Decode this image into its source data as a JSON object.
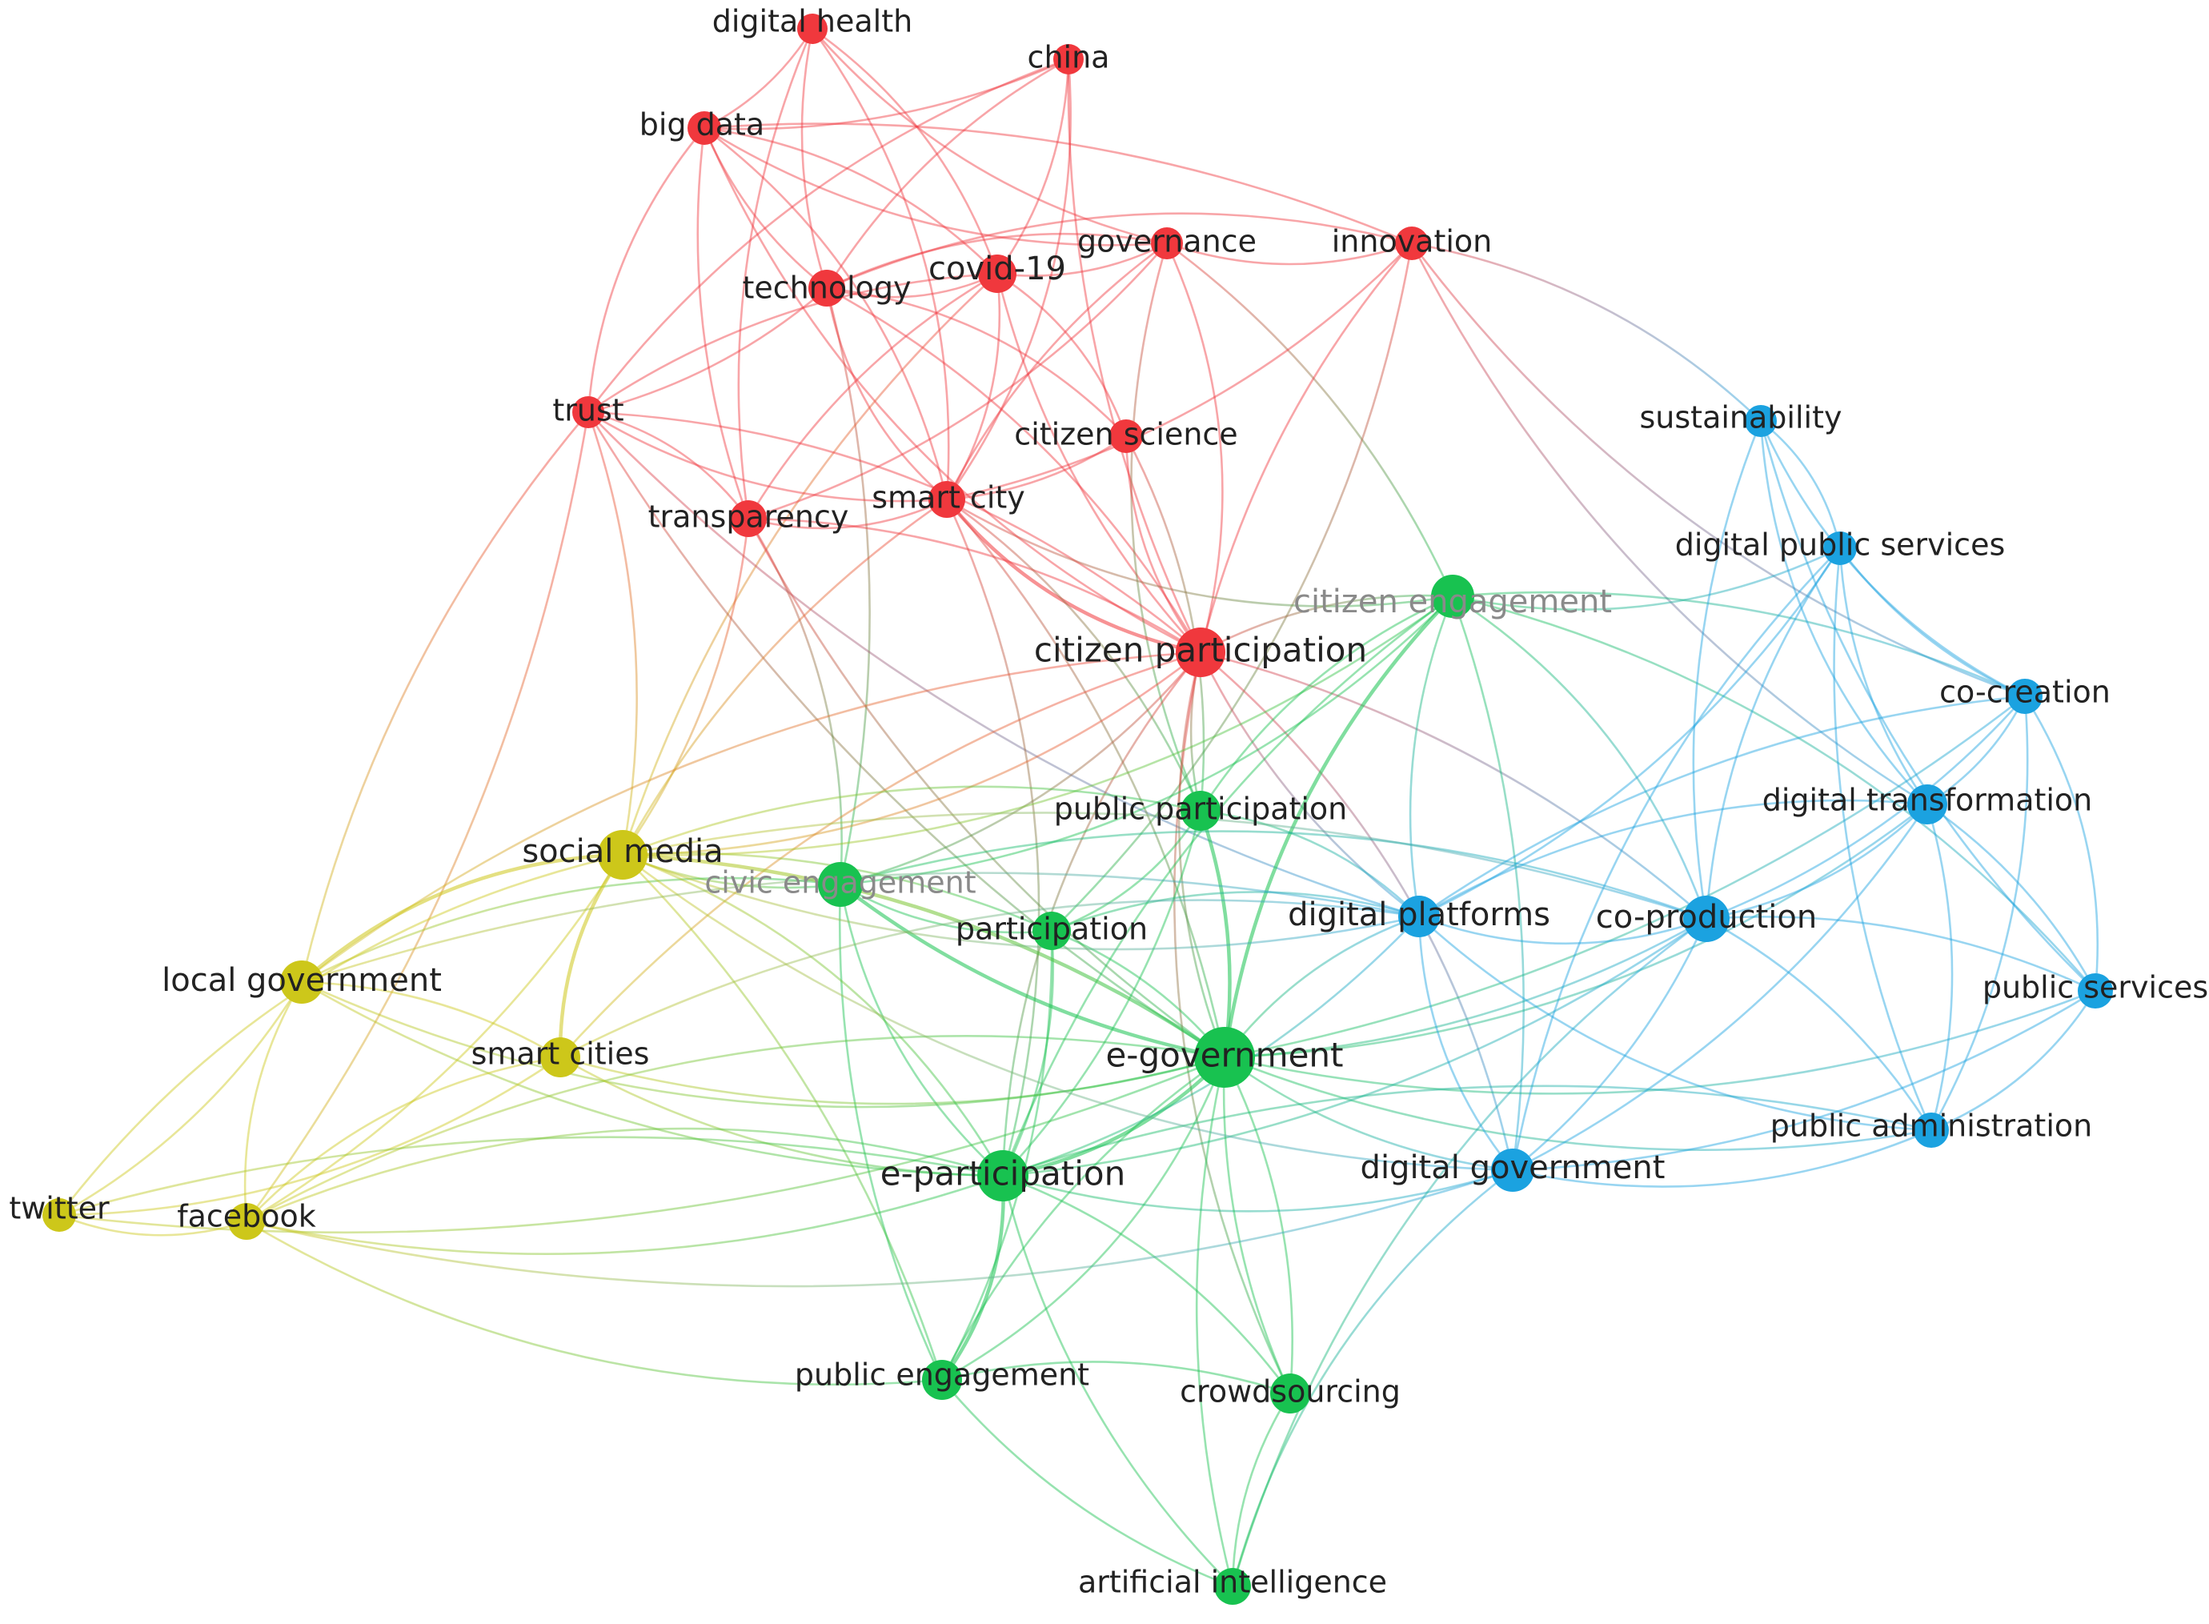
{
  "clusters": {
    "red": "#f0383d",
    "green": "#18c250",
    "blue": "#1ba2e0",
    "yellow": "#cdc71a"
  },
  "nodes": [
    {
      "id": "digital_health",
      "label": "digital health",
      "cluster": "red"
    },
    {
      "id": "china",
      "label": "china",
      "cluster": "red"
    },
    {
      "id": "big_data",
      "label": "big data",
      "cluster": "red"
    },
    {
      "id": "technology",
      "label": "technology",
      "cluster": "red"
    },
    {
      "id": "covid19",
      "label": "covid-19",
      "cluster": "red"
    },
    {
      "id": "governance",
      "label": "governance",
      "cluster": "red"
    },
    {
      "id": "innovation",
      "label": "innovation",
      "cluster": "red"
    },
    {
      "id": "trust",
      "label": "trust",
      "cluster": "red"
    },
    {
      "id": "citizen_science",
      "label": "citizen science",
      "cluster": "red"
    },
    {
      "id": "transparency",
      "label": "transparency",
      "cluster": "red"
    },
    {
      "id": "smart_city",
      "label": "smart city",
      "cluster": "red"
    },
    {
      "id": "citizen_participation",
      "label": "citizen participation",
      "cluster": "red"
    },
    {
      "id": "citizen_engagement",
      "label": "citizen engagement",
      "cluster": "green"
    },
    {
      "id": "public_participation",
      "label": "public participation",
      "cluster": "green"
    },
    {
      "id": "civic_engagement",
      "label": "civic engagement",
      "cluster": "green"
    },
    {
      "id": "participation",
      "label": "participation",
      "cluster": "green"
    },
    {
      "id": "e_government",
      "label": "e-government",
      "cluster": "green"
    },
    {
      "id": "e_participation",
      "label": "e-participation",
      "cluster": "green"
    },
    {
      "id": "public_engagement",
      "label": "public engagement",
      "cluster": "green"
    },
    {
      "id": "crowdsourcing",
      "label": "crowdsourcing",
      "cluster": "green"
    },
    {
      "id": "artificial_intelligence",
      "label": "artificial intelligence",
      "cluster": "green"
    },
    {
      "id": "sustainability",
      "label": "sustainability",
      "cluster": "blue"
    },
    {
      "id": "digital_public_services",
      "label": "digital public services",
      "cluster": "blue"
    },
    {
      "id": "co_creation",
      "label": "co-creation",
      "cluster": "blue"
    },
    {
      "id": "digital_transformation",
      "label": "digital transformation",
      "cluster": "blue"
    },
    {
      "id": "digital_platforms",
      "label": "digital platforms",
      "cluster": "blue"
    },
    {
      "id": "co_production",
      "label": "co-production",
      "cluster": "blue"
    },
    {
      "id": "public_services",
      "label": "public services",
      "cluster": "blue"
    },
    {
      "id": "public_administration",
      "label": "public administration",
      "cluster": "blue"
    },
    {
      "id": "digital_government",
      "label": "digital government",
      "cluster": "blue"
    },
    {
      "id": "social_media",
      "label": "social media",
      "cluster": "yellow"
    },
    {
      "id": "local_government",
      "label": "local government",
      "cluster": "yellow"
    },
    {
      "id": "smart_cities",
      "label": "smart cities",
      "cluster": "yellow"
    },
    {
      "id": "twitter",
      "label": "twitter",
      "cluster": "yellow"
    },
    {
      "id": "facebook",
      "label": "facebook",
      "cluster": "yellow"
    }
  ],
  "edges": [
    [
      "digital_health",
      "big_data"
    ],
    [
      "digital_health",
      "technology"
    ],
    [
      "digital_health",
      "covid19"
    ],
    [
      "digital_health",
      "smart_city"
    ],
    [
      "digital_health",
      "transparency"
    ],
    [
      "digital_health",
      "governance"
    ],
    [
      "china",
      "big_data"
    ],
    [
      "china",
      "covid19"
    ],
    [
      "china",
      "smart_city"
    ],
    [
      "china",
      "technology"
    ],
    [
      "china",
      "citizen_participation"
    ],
    [
      "china",
      "trust"
    ],
    [
      "big_data",
      "technology"
    ],
    [
      "big_data",
      "covid19"
    ],
    [
      "big_data",
      "trust"
    ],
    [
      "big_data",
      "smart_city"
    ],
    [
      "big_data",
      "transparency"
    ],
    [
      "big_data",
      "innovation"
    ],
    [
      "big_data",
      "citizen_participation"
    ],
    [
      "big_data",
      "governance"
    ],
    [
      "technology",
      "covid19"
    ],
    [
      "technology",
      "smart_city"
    ],
    [
      "technology",
      "citizen_participation"
    ],
    [
      "technology",
      "civic_engagement"
    ],
    [
      "technology",
      "governance"
    ],
    [
      "technology",
      "trust"
    ],
    [
      "covid19",
      "smart_city"
    ],
    [
      "covid19",
      "citizen_participation"
    ],
    [
      "covid19",
      "citizen_science"
    ],
    [
      "covid19",
      "transparency"
    ],
    [
      "covid19",
      "governance"
    ],
    [
      "covid19",
      "trust"
    ],
    [
      "covid19",
      "social_media"
    ],
    [
      "governance",
      "innovation"
    ],
    [
      "governance",
      "citizen_participation"
    ],
    [
      "governance",
      "transparency"
    ],
    [
      "governance",
      "smart_city"
    ],
    [
      "governance",
      "public_participation"
    ],
    [
      "governance",
      "citizen_engagement"
    ],
    [
      "innovation",
      "citizen_participation"
    ],
    [
      "innovation",
      "smart_city"
    ],
    [
      "innovation",
      "sustainability"
    ],
    [
      "innovation",
      "co_creation"
    ],
    [
      "innovation",
      "technology"
    ],
    [
      "innovation",
      "participation"
    ],
    [
      "innovation",
      "digital_transformation"
    ],
    [
      "trust",
      "transparency"
    ],
    [
      "trust",
      "smart_city"
    ],
    [
      "trust",
      "citizen_participation"
    ],
    [
      "trust",
      "social_media"
    ],
    [
      "trust",
      "e_government"
    ],
    [
      "trust",
      "local_government"
    ],
    [
      "trust",
      "facebook"
    ],
    [
      "trust",
      "digital_platforms"
    ],
    [
      "citizen_science",
      "citizen_participation"
    ],
    [
      "citizen_science",
      "smart_city"
    ],
    [
      "citizen_science",
      "public_participation"
    ],
    [
      "citizen_science",
      "technology"
    ],
    [
      "transparency",
      "smart_city"
    ],
    [
      "transparency",
      "citizen_participation"
    ],
    [
      "transparency",
      "e_government"
    ],
    [
      "transparency",
      "social_media"
    ],
    [
      "transparency",
      "civic_engagement"
    ],
    [
      "smart_city",
      "citizen_participation"
    ],
    [
      "smart_city",
      "e_government"
    ],
    [
      "smart_city",
      "social_media"
    ],
    [
      "smart_city",
      "public_participation"
    ],
    [
      "smart_city",
      "e_participation"
    ],
    [
      "smart_city",
      "citizen_engagement"
    ],
    [
      "citizen_participation",
      "e_government"
    ],
    [
      "citizen_participation",
      "social_media"
    ],
    [
      "citizen_participation",
      "public_participation"
    ],
    [
      "citizen_participation",
      "citizen_engagement"
    ],
    [
      "citizen_participation",
      "e_participation"
    ],
    [
      "citizen_participation",
      "co_production"
    ],
    [
      "citizen_participation",
      "digital_platforms"
    ],
    [
      "citizen_participation",
      "smart_cities"
    ],
    [
      "citizen_participation",
      "local_government"
    ],
    [
      "citizen_participation",
      "civic_engagement"
    ],
    [
      "citizen_participation",
      "digital_government"
    ],
    [
      "citizen_participation",
      "crowdsourcing"
    ],
    [
      "citizen_engagement",
      "e_government"
    ],
    [
      "citizen_engagement",
      "social_media"
    ],
    [
      "citizen_engagement",
      "digital_platforms"
    ],
    [
      "citizen_engagement",
      "co_production"
    ],
    [
      "citizen_engagement",
      "digital_public_services"
    ],
    [
      "citizen_engagement",
      "co_creation"
    ],
    [
      "citizen_engagement",
      "e_participation"
    ],
    [
      "citizen_engagement",
      "public_participation"
    ],
    [
      "citizen_engagement",
      "digital_government"
    ],
    [
      "citizen_engagement",
      "civic_engagement"
    ],
    [
      "citizen_engagement",
      "public_services"
    ],
    [
      "public_participation",
      "e_government"
    ],
    [
      "public_participation",
      "social_media"
    ],
    [
      "public_participation",
      "e_participation"
    ],
    [
      "public_participation",
      "participation"
    ],
    [
      "public_participation",
      "digital_platforms"
    ],
    [
      "civic_engagement",
      "social_media"
    ],
    [
      "civic_engagement",
      "e_government"
    ],
    [
      "civic_engagement",
      "participation"
    ],
    [
      "civic_engagement",
      "e_participation"
    ],
    [
      "civic_engagement",
      "public_engagement"
    ],
    [
      "civic_engagement",
      "co_production"
    ],
    [
      "civic_engagement",
      "local_government"
    ],
    [
      "participation",
      "e_government"
    ],
    [
      "participation",
      "e_participation"
    ],
    [
      "participation",
      "social_media"
    ],
    [
      "participation",
      "digital_platforms"
    ],
    [
      "participation",
      "public_engagement"
    ],
    [
      "e_government",
      "social_media"
    ],
    [
      "e_government",
      "e_participation"
    ],
    [
      "e_government",
      "local_government"
    ],
    [
      "e_government",
      "smart_cities"
    ],
    [
      "e_government",
      "digital_platforms"
    ],
    [
      "e_government",
      "co_production"
    ],
    [
      "e_government",
      "digital_government"
    ],
    [
      "e_government",
      "public_engagement"
    ],
    [
      "e_government",
      "crowdsourcing"
    ],
    [
      "e_government",
      "artificial_intelligence"
    ],
    [
      "e_government",
      "digital_transformation"
    ],
    [
      "e_government",
      "public_administration"
    ],
    [
      "e_government",
      "co_creation"
    ],
    [
      "e_government",
      "public_services"
    ],
    [
      "e_government",
      "twitter"
    ],
    [
      "e_government",
      "facebook"
    ],
    [
      "e_participation",
      "social_media"
    ],
    [
      "e_participation",
      "public_engagement"
    ],
    [
      "e_participation",
      "crowdsourcing"
    ],
    [
      "e_participation",
      "artificial_intelligence"
    ],
    [
      "e_participation",
      "smart_cities"
    ],
    [
      "e_participation",
      "local_government"
    ],
    [
      "e_participation",
      "digital_government"
    ],
    [
      "e_participation",
      "co_production"
    ],
    [
      "e_participation",
      "facebook"
    ],
    [
      "public_engagement",
      "artificial_intelligence"
    ],
    [
      "public_engagement",
      "crowdsourcing"
    ],
    [
      "public_engagement",
      "social_media"
    ],
    [
      "public_engagement",
      "e_government"
    ],
    [
      "crowdsourcing",
      "artificial_intelligence"
    ],
    [
      "crowdsourcing",
      "e_government"
    ],
    [
      "artificial_intelligence",
      "digital_government"
    ],
    [
      "artificial_intelligence",
      "co_production"
    ],
    [
      "sustainability",
      "digital_public_services"
    ],
    [
      "sustainability",
      "co_creation"
    ],
    [
      "sustainability",
      "digital_transformation"
    ],
    [
      "sustainability",
      "public_services"
    ],
    [
      "sustainability",
      "co_production"
    ],
    [
      "digital_public_services",
      "co_creation"
    ],
    [
      "digital_public_services",
      "digital_transformation"
    ],
    [
      "digital_public_services",
      "co_production"
    ],
    [
      "digital_public_services",
      "public_administration"
    ],
    [
      "digital_public_services",
      "digital_government"
    ],
    [
      "digital_public_services",
      "digital_platforms"
    ],
    [
      "co_creation",
      "digital_transformation"
    ],
    [
      "co_creation",
      "co_production"
    ],
    [
      "co_creation",
      "public_services"
    ],
    [
      "co_creation",
      "public_administration"
    ],
    [
      "co_creation",
      "digital_platforms"
    ],
    [
      "digital_transformation",
      "co_production"
    ],
    [
      "digital_transformation",
      "public_services"
    ],
    [
      "digital_transformation",
      "public_administration"
    ],
    [
      "digital_transformation",
      "digital_government"
    ],
    [
      "digital_transformation",
      "digital_platforms"
    ],
    [
      "digital_platforms",
      "co_production"
    ],
    [
      "digital_platforms",
      "digital_government"
    ],
    [
      "digital_platforms",
      "public_administration"
    ],
    [
      "digital_platforms",
      "e_participation"
    ],
    [
      "co_production",
      "public_services"
    ],
    [
      "co_production",
      "public_administration"
    ],
    [
      "co_production",
      "digital_government"
    ],
    [
      "public_services",
      "public_administration"
    ],
    [
      "public_services",
      "digital_government"
    ],
    [
      "public_administration",
      "digital_government"
    ],
    [
      "public_administration",
      "e_participation"
    ],
    [
      "digital_government",
      "facebook"
    ],
    [
      "digital_government",
      "social_media"
    ],
    [
      "social_media",
      "local_government"
    ],
    [
      "social_media",
      "smart_cities"
    ],
    [
      "social_media",
      "twitter"
    ],
    [
      "social_media",
      "facebook"
    ],
    [
      "social_media",
      "digital_platforms"
    ],
    [
      "social_media",
      "co_production"
    ],
    [
      "local_government",
      "smart_cities"
    ],
    [
      "local_government",
      "twitter"
    ],
    [
      "local_government",
      "facebook"
    ],
    [
      "local_government",
      "digital_platforms"
    ],
    [
      "smart_cities",
      "twitter"
    ],
    [
      "smart_cities",
      "facebook"
    ],
    [
      "smart_cities",
      "digital_platforms"
    ],
    [
      "twitter",
      "facebook"
    ],
    [
      "twitter",
      "e_participation"
    ],
    [
      "facebook",
      "e_participation"
    ],
    [
      "facebook",
      "public_engagement"
    ]
  ],
  "strong_edges": [
    [
      "e_government",
      "e_participation"
    ],
    [
      "e_government",
      "citizen_engagement"
    ],
    [
      "e_government",
      "social_media"
    ],
    [
      "e_government",
      "civic_engagement"
    ],
    [
      "e_participation",
      "public_engagement"
    ],
    [
      "social_media",
      "local_government"
    ],
    [
      "social_media",
      "smart_cities"
    ],
    [
      "e_government",
      "public_participation"
    ],
    [
      "citizen_participation",
      "smart_city"
    ]
  ]
}
